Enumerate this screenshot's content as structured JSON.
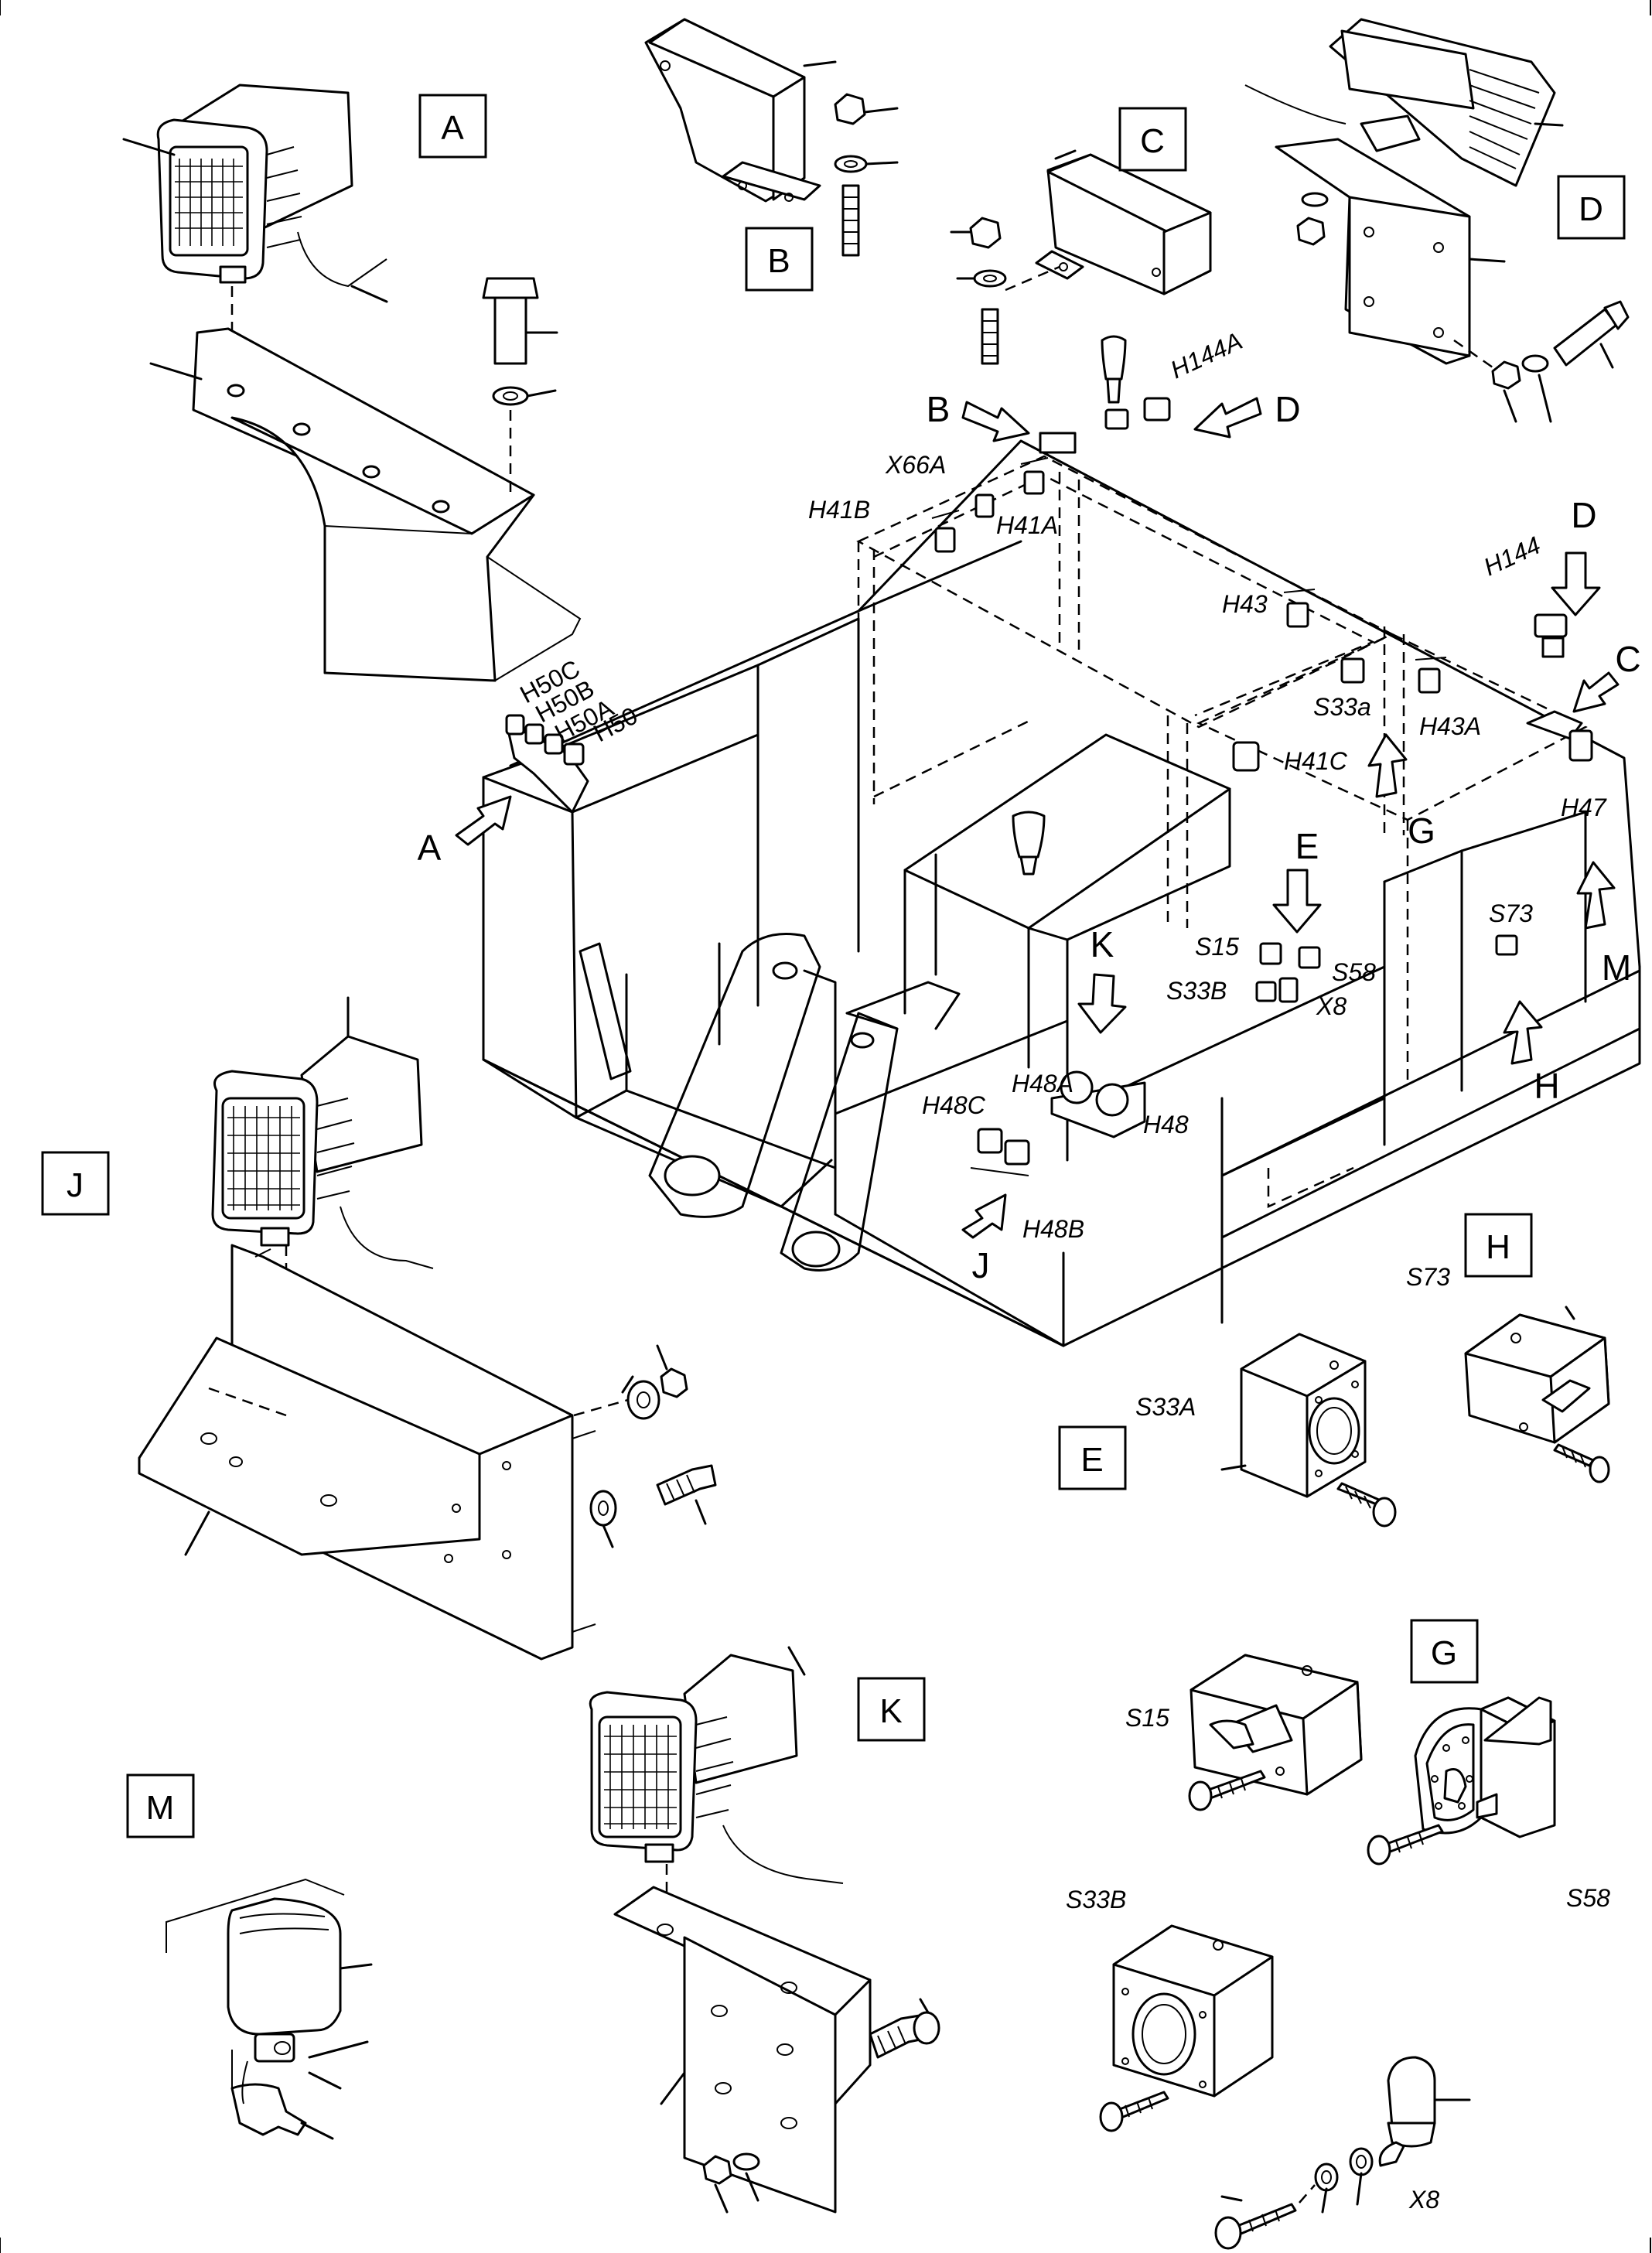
{
  "detail_views": [
    "A",
    "B",
    "C",
    "D",
    "E",
    "G",
    "H",
    "J",
    "K",
    "M"
  ],
  "view_arrows": [
    "A",
    "B",
    "C",
    "D",
    "D",
    "E",
    "G",
    "H",
    "J",
    "K",
    "M"
  ],
  "callouts": {
    "x66a": "X66A",
    "h41b": "H41B",
    "h41a": "H41A",
    "h144a": "H144A",
    "h144": "H144",
    "h43": "H43",
    "s33a_small": "S33a",
    "h43a": "H43A",
    "h41c": "H41C",
    "h47": "H47",
    "h50c": "H50C",
    "h50b": "H50B",
    "h50a": "H50A",
    "h50": "H50",
    "s15": "S15",
    "s33b": "S33B",
    "s58": "S58",
    "x8": "X8",
    "s73": "S73",
    "h48a": "H48A",
    "h48c": "H48C",
    "h48": "H48",
    "h48b": "H48B",
    "detail_s73": "S73",
    "detail_s33a": "S33A",
    "detail_s15": "S15",
    "detail_s33b": "S33B",
    "detail_s58": "S58",
    "detail_x8": "X8"
  }
}
